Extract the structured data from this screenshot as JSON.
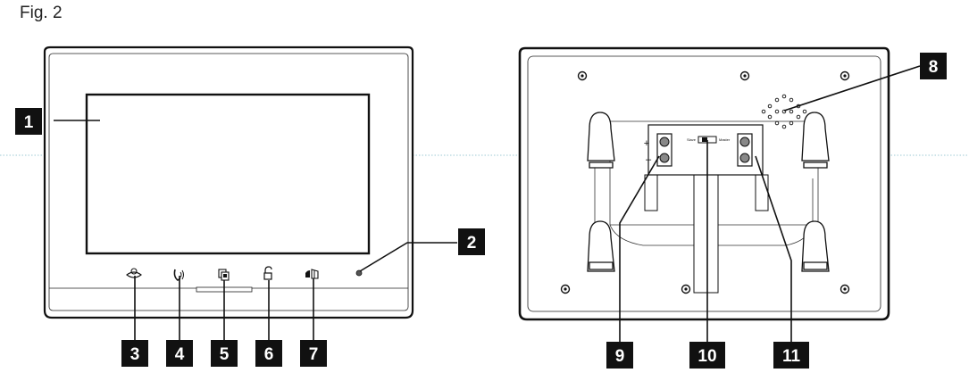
{
  "figure": {
    "title": "Fig. 2",
    "labels": [
      "1",
      "2",
      "3",
      "4",
      "5",
      "6",
      "7",
      "8",
      "9",
      "10",
      "11"
    ],
    "terminal_plus": "+",
    "terminal_minus": "–",
    "switch_left": "Slave",
    "switch_right": "Master"
  },
  "icons": {
    "front_buttons": [
      "monitor-eye-icon",
      "call-handset-icon",
      "memory-icon",
      "door-unlock-icon",
      "gate-open-icon"
    ],
    "front_led": "led-indicator-icon"
  }
}
